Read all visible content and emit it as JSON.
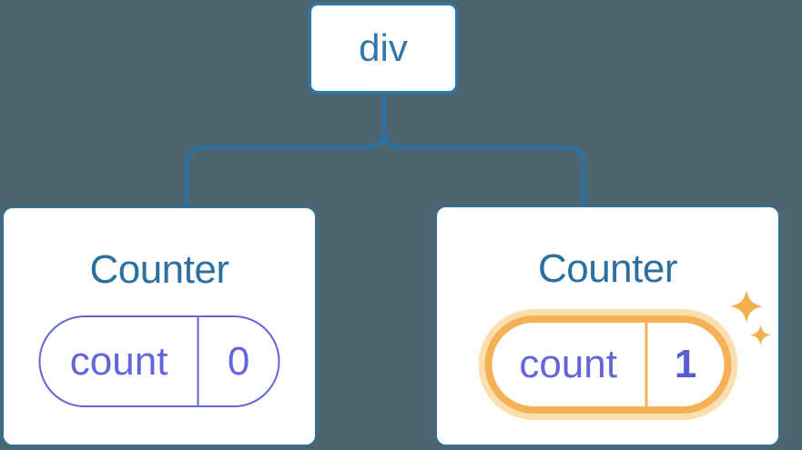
{
  "colors": {
    "canvas-bg": "#4C6570",
    "connector-blue": "#2575AC",
    "node-border-blue": "#2B79AE",
    "node-text-blue": "#3279AA",
    "card-bg": "#FFFFFF",
    "card-border-blue": "#2D7199",
    "title-blue": "#2C709F",
    "state-purple": "#6365D9",
    "state-value-purple": "#585ED0",
    "highlight-orange": "#F5B155",
    "highlight-glow": "#FBDFB0",
    "sparkle-orange": "#F5B04E"
  },
  "tree": {
    "root": {
      "label": "div"
    },
    "children": [
      {
        "title": "Counter",
        "state": {
          "key": "count",
          "value": "0"
        },
        "highlighted": false
      },
      {
        "title": "Counter",
        "state": {
          "key": "count",
          "value": "1"
        },
        "highlighted": true
      }
    ]
  }
}
